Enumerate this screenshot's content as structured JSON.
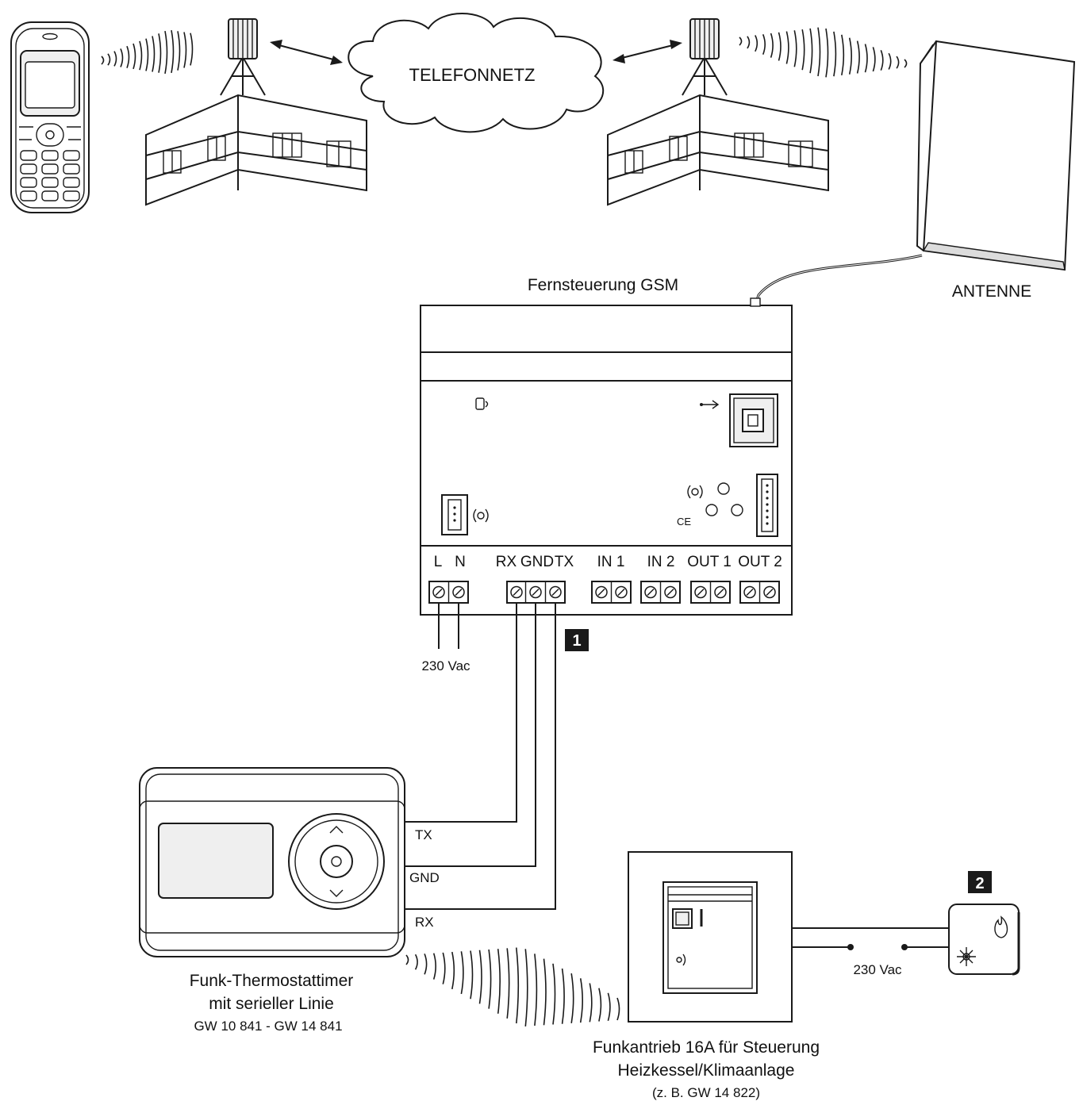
{
  "network": {
    "cloud_label": "TELEFONNETZ"
  },
  "gsm_module": {
    "title": "Fernsteuerung GSM",
    "terminals": [
      "L",
      "N",
      "RX",
      "GND",
      "TX",
      "IN 1",
      "IN 2",
      "OUT 1",
      "OUT 2"
    ],
    "supply_label": "230 Vac",
    "ce_mark": "CE"
  },
  "antenna": {
    "label": "ANTENNE"
  },
  "thermostat": {
    "name_line1": "Funk-Thermostattimer",
    "name_line2": "mit serieller Linie",
    "models": "GW 10 841 - GW 14 841",
    "wire_labels": [
      "TX",
      "GND",
      "RX"
    ]
  },
  "actuator": {
    "name_line1": "Funkantrieb 16A für Steuerung",
    "name_line2": "Heizkessel/Klimaanlage",
    "example": "(z. B. GW 14 822)",
    "supply_label": "230 Vac"
  },
  "badges": {
    "one": "1",
    "two": "2"
  },
  "icons": {
    "phone": "mobile-phone-icon",
    "tower": "cell-tower-icon",
    "usb": "usb-icon",
    "flame": "flame-icon",
    "snowflake": "snowflake-icon"
  }
}
